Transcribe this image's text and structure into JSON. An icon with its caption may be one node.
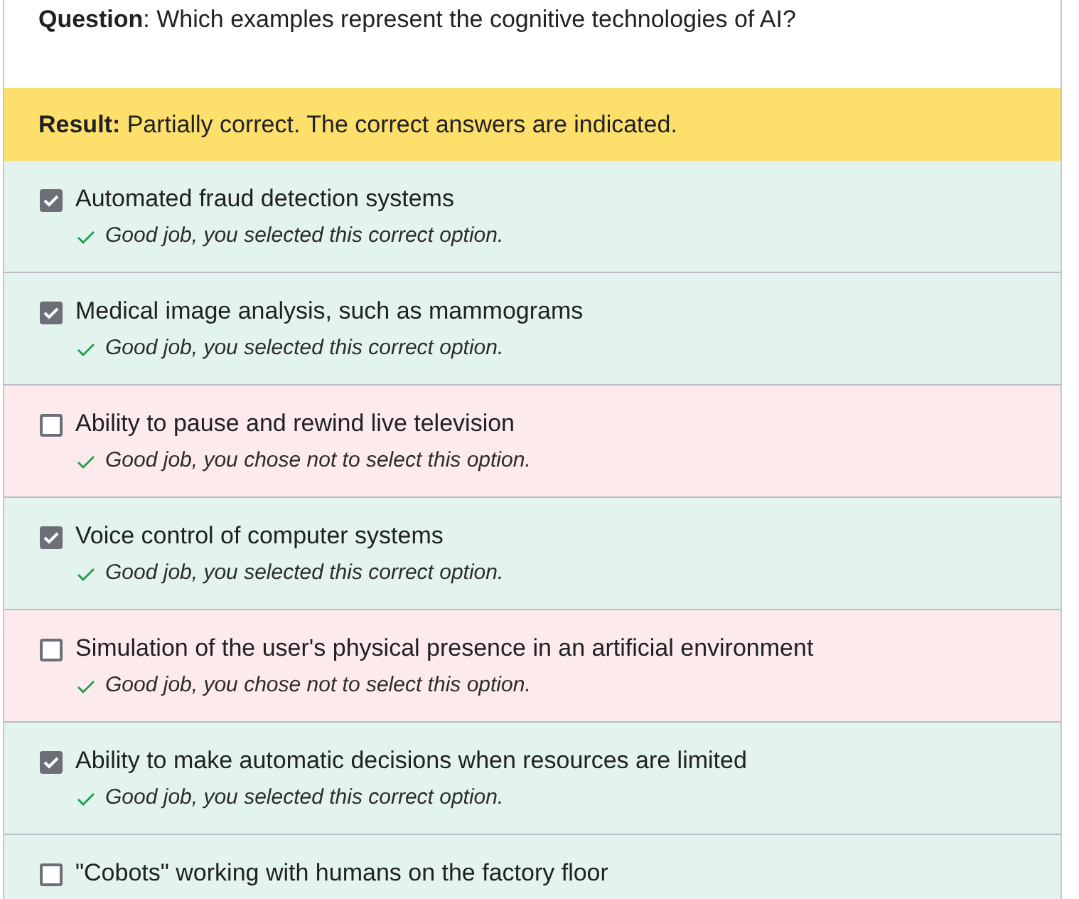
{
  "diagram": {
    "nodes": [
      {
        "text": [
          "**Question**: Which examples represent the cognitive technologies of AI?"
        ]
      },
      {
        "text": [
          "**Result:** Partially correct. The correct answers are indicated."
        ]
      },
      {
        "text": [
          "Automated fraud detection systems",
          "Good job, you selected this correct option."
        ]
      },
      {
        "text": [
          "Medical image analysis, such as mammograms",
          "Good job, you selected this correct option."
        ]
      },
      {
        "text": [
          "Ability to pause and rewind live television",
          "Good job, you chose not to select this option."
        ]
      },
      {
        "text": [
          "Voice control of computer systems",
          "Good job, you selected this correct option."
        ]
      },
      {
        "text": [
          "Simulation of the user's physical presence in an artificial environment",
          "Good job, you chose not to select this option."
        ]
      },
      {
        "text": [
          "Ability to make automatic decisions when resources are limited",
          "Good job, you selected this correct option."
        ]
      },
      {
        "text": [
          "\"Cobots\" working with humans on the factory floor"
        ]
      }
    ]
  }
}
